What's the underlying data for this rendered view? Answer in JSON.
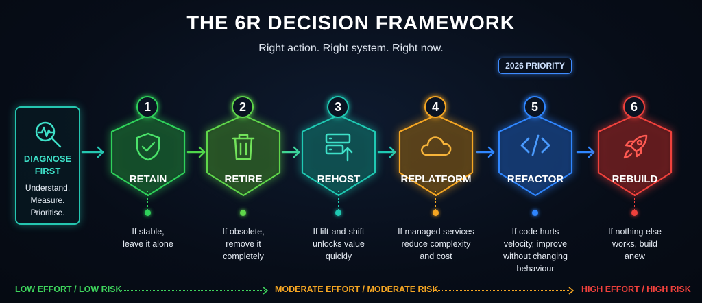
{
  "title": "THE 6R DECISION FRAMEWORK",
  "subtitle": "Right action. Right system. Right now.",
  "badge": "2026 PRIORITY",
  "diagnose": {
    "icon": "magnifier-pulse-icon",
    "title_lines": [
      "DIAGNOSE",
      "FIRST"
    ],
    "desc_lines": [
      "Understand.",
      "Measure.",
      "Prioritise."
    ],
    "color": "#25c6b0"
  },
  "stages": [
    {
      "number": "1",
      "label": "RETAIN",
      "icon": "shield-check-icon",
      "color": "#2fd15a",
      "desc_lines": [
        "If stable,",
        "leave it alone"
      ]
    },
    {
      "number": "2",
      "label": "RETIRE",
      "icon": "trash-icon",
      "color": "#5fd64a",
      "desc_lines": [
        "If obsolete,",
        "remove it",
        "completely"
      ]
    },
    {
      "number": "3",
      "label": "REHOST",
      "icon": "server-upload-icon",
      "color": "#1fc9b3",
      "desc_lines": [
        "If lift-and-shift",
        "unlocks value",
        "quickly"
      ]
    },
    {
      "number": "4",
      "label": "REPLATFORM",
      "icon": "cloud-icon",
      "color": "#f5a623",
      "desc_lines": [
        "If managed services",
        "reduce complexity",
        "and cost"
      ]
    },
    {
      "number": "5",
      "label": "REFACTOR",
      "icon": "code-icon",
      "color": "#2f86ff",
      "desc_lines": [
        "If code hurts",
        "velocity, improve",
        "without changing",
        "behaviour"
      ]
    },
    {
      "number": "6",
      "label": "REBUILD",
      "icon": "rocket-icon",
      "color": "#f0413c",
      "desc_lines": [
        "If nothing else",
        "works, build",
        "anew"
      ]
    }
  ],
  "effort": {
    "low": "LOW EFFORT / LOW RISK",
    "moderate": "MODERATE EFFORT / MODERATE RISK",
    "high": "HIGH EFFORT / HIGH RISK",
    "low_color": "#3ed45c",
    "moderate_color": "#f5a623",
    "high_color": "#f0413c"
  }
}
